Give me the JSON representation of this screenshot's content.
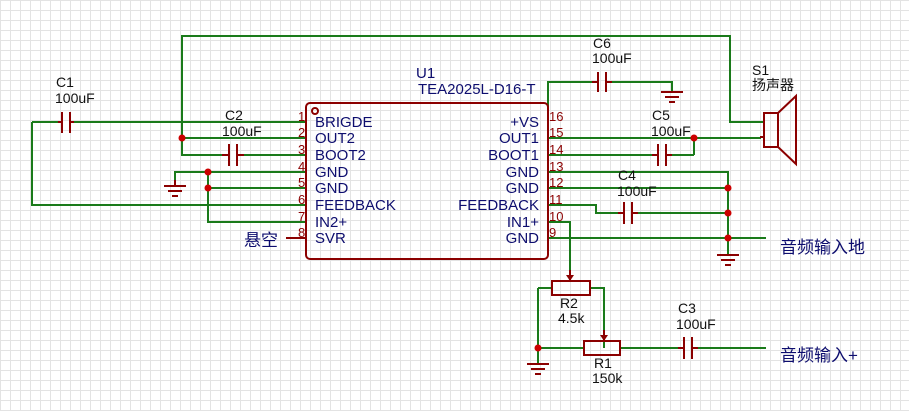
{
  "chip": {
    "designator": "U1",
    "part": "TEA2025L-D16-T",
    "pins_left": [
      {
        "num": "1",
        "name": "BRIGDE"
      },
      {
        "num": "2",
        "name": "OUT2"
      },
      {
        "num": "3",
        "name": "BOOT2"
      },
      {
        "num": "4",
        "name": "GND"
      },
      {
        "num": "5",
        "name": "GND"
      },
      {
        "num": "6",
        "name": "FEEDBACK"
      },
      {
        "num": "7",
        "name": "IN2+"
      },
      {
        "num": "8",
        "name": "SVR"
      }
    ],
    "pins_right": [
      {
        "num": "16",
        "name": "+VS"
      },
      {
        "num": "15",
        "name": "OUT1"
      },
      {
        "num": "14",
        "name": "BOOT1"
      },
      {
        "num": "13",
        "name": "GND"
      },
      {
        "num": "12",
        "name": "GND"
      },
      {
        "num": "11",
        "name": "FEEDBACK"
      },
      {
        "num": "10",
        "name": "IN1+"
      },
      {
        "num": "9",
        "name": "GND"
      }
    ]
  },
  "components": {
    "c1": {
      "designator": "C1",
      "value": "100uF"
    },
    "c2": {
      "designator": "C2",
      "value": "100uF"
    },
    "c3": {
      "designator": "C3",
      "value": "100uF"
    },
    "c4": {
      "designator": "C4",
      "value": "100uF"
    },
    "c5": {
      "designator": "C5",
      "value": "100uF"
    },
    "c6": {
      "designator": "C6",
      "value": "100uF"
    },
    "r1": {
      "designator": "R1",
      "value": "150k"
    },
    "r2": {
      "designator": "R2",
      "value": "4.5k"
    },
    "s1": {
      "designator": "S1",
      "name": "扬声器"
    }
  },
  "labels": {
    "no_connect": "悬空",
    "audio_gnd": "音频输入地",
    "audio_in": "音频输入+"
  },
  "colors": {
    "wire": "#1a7a1a",
    "component": "#8b0000",
    "text": "#0d0d6e",
    "junction": "#cc0000"
  }
}
